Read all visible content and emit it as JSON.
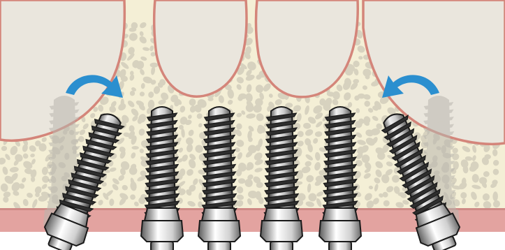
{
  "diagram": {
    "colors": {
      "background": "#ffffff",
      "sinus": "#eae6dd",
      "sinus_outline": "#d4857a",
      "bone": "#f4efd6",
      "trabecular": "#d7d2bf",
      "gum": "#e3a3a0",
      "gum_dark": "#cf8a86",
      "implant_light": "#f2f2f2",
      "implant_mid": "#9a9a9a",
      "implant_dark": "#2e2e2e",
      "outline": "#1a1a1a",
      "ghost_implant": "#b9b6ae",
      "arrow": "#2b8fcf"
    },
    "arrows": [
      {
        "name": "arrow-left-curved",
        "direction": "tilt-inward-right"
      },
      {
        "name": "arrow-right-curved",
        "direction": "tilt-inward-left"
      }
    ],
    "implants": [
      {
        "name": "implant-1",
        "orientation": "tilted-distal"
      },
      {
        "name": "implant-2",
        "orientation": "straight"
      },
      {
        "name": "implant-3",
        "orientation": "straight"
      },
      {
        "name": "implant-4",
        "orientation": "straight"
      },
      {
        "name": "implant-5",
        "orientation": "straight"
      },
      {
        "name": "implant-6",
        "orientation": "tilted-distal"
      }
    ],
    "ghost_implants": [
      {
        "name": "ghost-implant-left",
        "orientation": "vertical-original"
      },
      {
        "name": "ghost-implant-right",
        "orientation": "vertical-original"
      }
    ]
  }
}
